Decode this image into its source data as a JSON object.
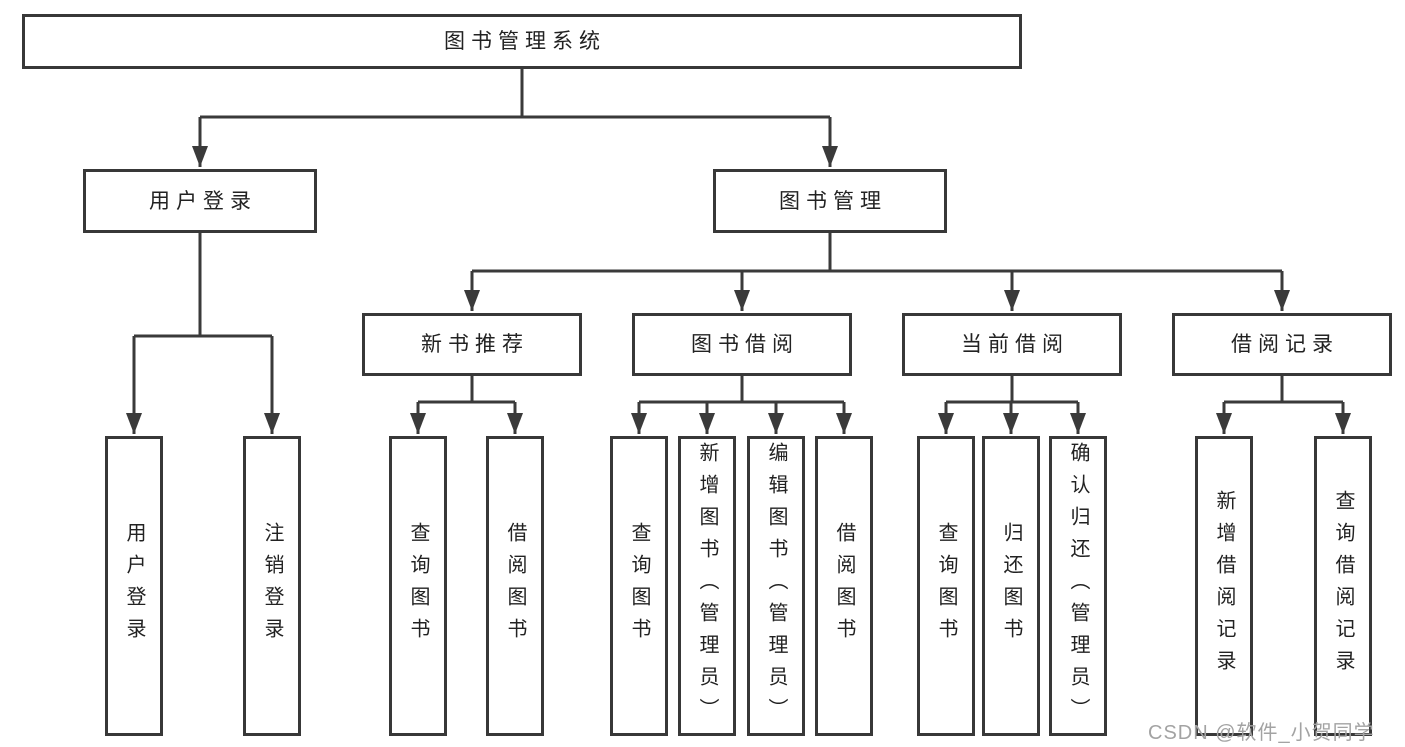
{
  "diagram": {
    "root": {
      "label": "图书管理系统"
    },
    "level2": [
      {
        "label": "用户登录"
      },
      {
        "label": "图书管理"
      }
    ],
    "level3": [
      {
        "label": "新书推荐"
      },
      {
        "label": "图书借阅"
      },
      {
        "label": "当前借阅"
      },
      {
        "label": "借阅记录"
      }
    ],
    "leaves": [
      {
        "label": "用户登录"
      },
      {
        "label": "注销登录"
      },
      {
        "label": "查询图书"
      },
      {
        "label": "借阅图书"
      },
      {
        "label": "查询图书"
      },
      {
        "label": "新增图书（管理员）"
      },
      {
        "label": "编辑图书（管理员）"
      },
      {
        "label": "借阅图书"
      },
      {
        "label": "查询图书"
      },
      {
        "label": "归还图书"
      },
      {
        "label": "确认归还（管理员）"
      },
      {
        "label": "新增借阅记录"
      },
      {
        "label": "查询借阅记录"
      }
    ],
    "watermark": "CSDN @软件_小贺同学",
    "colors": {
      "line": "#3a3a3a",
      "border": "#383838",
      "fill": "#ffffff",
      "text": "#222222",
      "watermark": "#a3a3a3"
    }
  }
}
